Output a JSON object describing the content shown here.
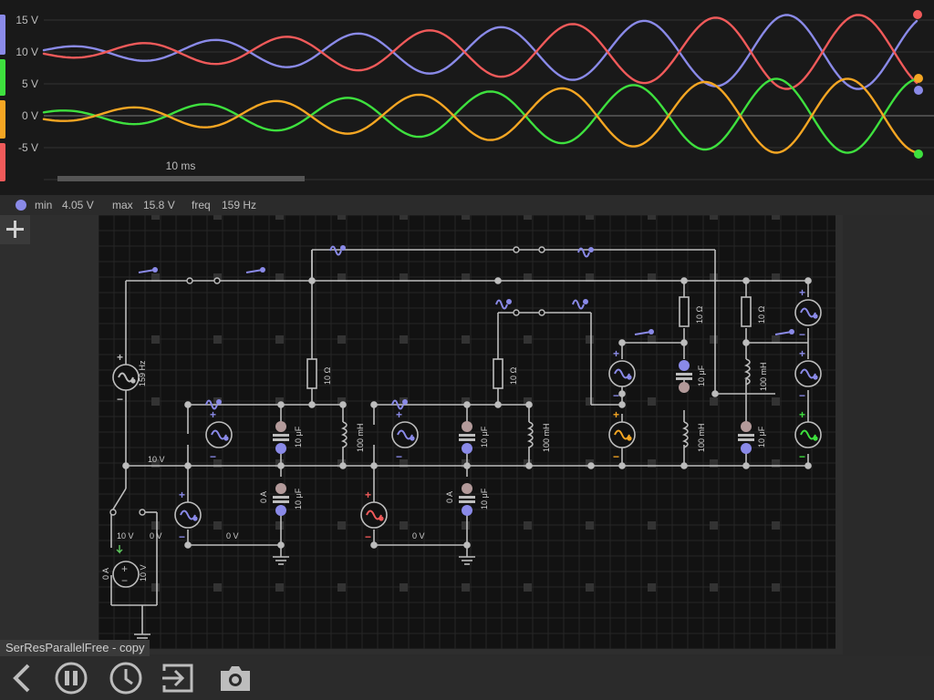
{
  "scope": {
    "y_axis_labels": [
      "15 V",
      "10 V",
      "5 V",
      "0 V",
      "-5 V"
    ],
    "time_scale_label": "10 ms",
    "probe_colors": {
      "blue": "#8a8ae8",
      "green": "#3ee03e",
      "orange": "#f5a623",
      "red": "#f05a5a"
    }
  },
  "measure": {
    "min_label": "min",
    "min_value": "4.05 V",
    "max_label": "max",
    "max_value": "15.8 V",
    "freq_label": "freq",
    "freq_value": "159 Hz"
  },
  "toolbar": {
    "add_icon": "plus-icon",
    "back_icon": "chevron-left-icon",
    "pause_icon": "pause-icon",
    "history_icon": "clock-icon",
    "import_icon": "import-icon",
    "camera_icon": "camera-icon"
  },
  "document": {
    "name": "SerResParallelFree - copy"
  },
  "circuit": {
    "source_freq": "159 Hz",
    "resistor": "10 Ω",
    "capacitor": "10 μF",
    "inductor": "100 mH",
    "node_voltage_10": "10 V",
    "node_voltage_0": "0 V",
    "current_0": "0 A"
  }
}
